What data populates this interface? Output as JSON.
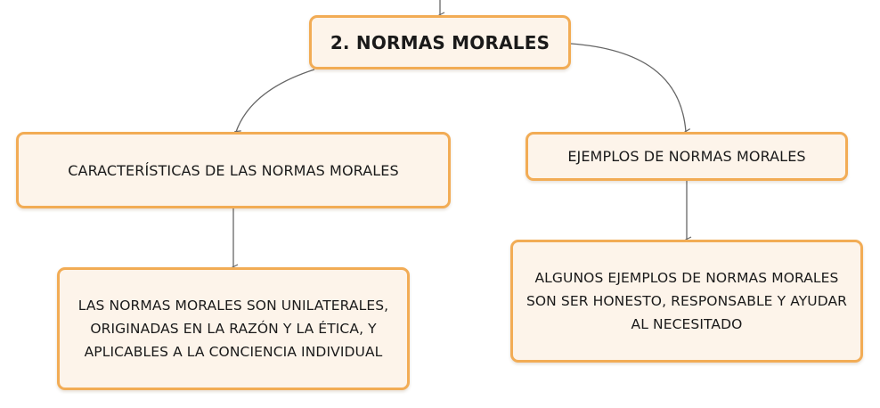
{
  "diagram": {
    "root": {
      "label": "2. NORMAS MORALES"
    },
    "branches": [
      {
        "label": "CARACTERÍSTICAS DE LAS NORMAS MORALES",
        "detail": "LAS NORMAS MORALES SON UNILATERALES, ORIGINADAS EN LA RAZÓN Y LA ÉTICA, Y APLICABLES A LA CONCIENCIA INDIVIDUAL"
      },
      {
        "label": "EJEMPLOS DE NORMAS MORALES",
        "detail": "ALGUNOS EJEMPLOS DE NORMAS MORALES SON SER HONESTO, RESPONSABLE Y AYUDAR AL NECESITADO"
      }
    ]
  },
  "colors": {
    "node_fill": "#fdf4ea",
    "node_border": "#f2ac55",
    "connector": "#666666"
  }
}
